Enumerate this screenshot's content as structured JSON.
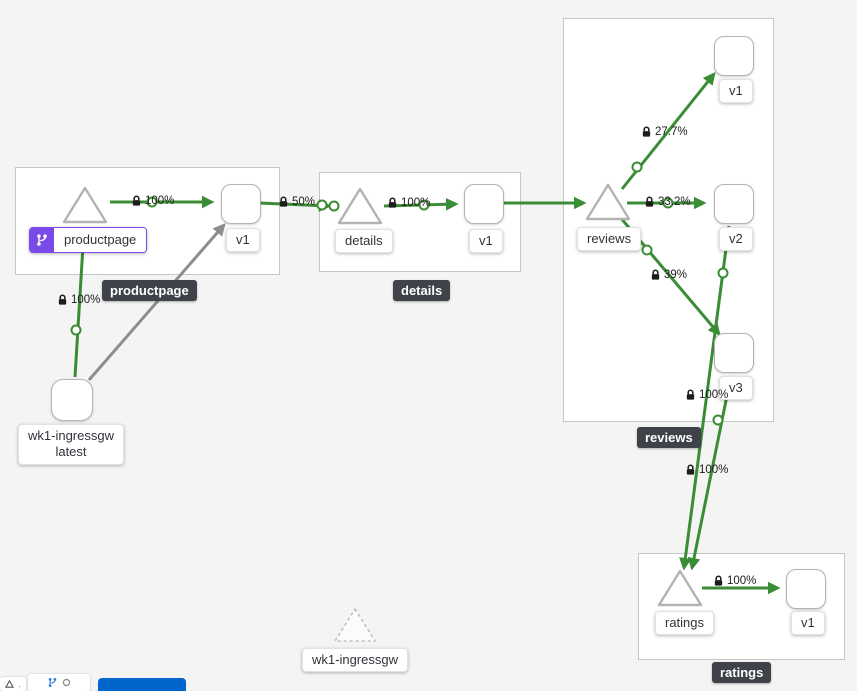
{
  "colors": {
    "edge_healthy_green": "#3a8c35",
    "edge_unknown_gray": "#8d8d8d",
    "virtual_service_badge_purple": "#7a4ae8",
    "group_name_badge_bg": "#3f4349",
    "primary_button_blue": "#0066cc"
  },
  "graph": {
    "groups": [
      {
        "name": "productpage",
        "badge": "productpage"
      },
      {
        "name": "details",
        "badge": "details"
      },
      {
        "name": "reviews",
        "badge": "reviews"
      },
      {
        "name": "ratings",
        "badge": "ratings"
      }
    ],
    "services": [
      {
        "name": "productpage",
        "label": "productpage",
        "virtual_service_badge": true
      },
      {
        "name": "details",
        "label": "details"
      },
      {
        "name": "reviews",
        "label": "reviews"
      },
      {
        "name": "ratings",
        "label": "ratings"
      },
      {
        "name": "wk1-ingressgw",
        "label": "wk1-ingressgw",
        "idle": true
      }
    ],
    "workloads": [
      {
        "name": "productpage-v1",
        "label": "v1"
      },
      {
        "name": "details-v1",
        "label": "v1"
      },
      {
        "name": "reviews-v1",
        "label": "v1"
      },
      {
        "name": "reviews-v2",
        "label": "v2"
      },
      {
        "name": "reviews-v3",
        "label": "v3"
      },
      {
        "name": "ratings-v1",
        "label": "v1"
      },
      {
        "name": "wk1-ingressgw-latest",
        "label_line1": "wk1-ingressgw",
        "label_line2": "latest"
      }
    ],
    "edge_labels": [
      {
        "edge": "ingressgw-to-productpage",
        "text": "100%"
      },
      {
        "edge": "productpage-svc-to-v1",
        "text": "100%"
      },
      {
        "edge": "productpage-to-details",
        "text": "50%"
      },
      {
        "edge": "details-svc-to-v1",
        "text": "100%"
      },
      {
        "edge": "reviews-svc-to-v1",
        "text": "27.7%"
      },
      {
        "edge": "reviews-svc-to-v2",
        "text": "33.2%"
      },
      {
        "edge": "reviews-svc-to-v3",
        "text": "39%"
      },
      {
        "edge": "reviews-v2-to-ratings",
        "text": "100%"
      },
      {
        "edge": "reviews-v3-to-ratings",
        "text": "100%"
      },
      {
        "edge": "ratings-svc-to-v1",
        "text": "100%"
      }
    ]
  }
}
